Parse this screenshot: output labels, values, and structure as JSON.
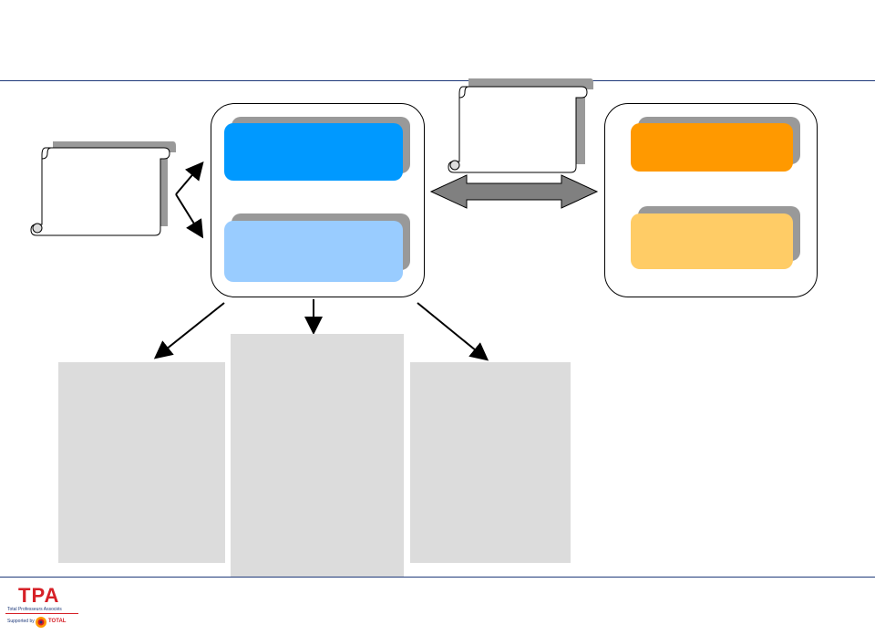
{
  "colors": {
    "rule": "#1f3a7a",
    "blue_block": "#0099ff",
    "light_blue_block": "#99ccff",
    "orange_block": "#ff9900",
    "light_orange_block": "#ffcc66",
    "shadow": "#999999",
    "grey_panel": "#dcdcdc",
    "logo_red": "#d62027"
  },
  "footer": {
    "logo_acronym": "TPA",
    "logo_tagline": "Total Professeurs Associés",
    "supported_by": "Supported by",
    "sponsor": "TOTAL"
  }
}
